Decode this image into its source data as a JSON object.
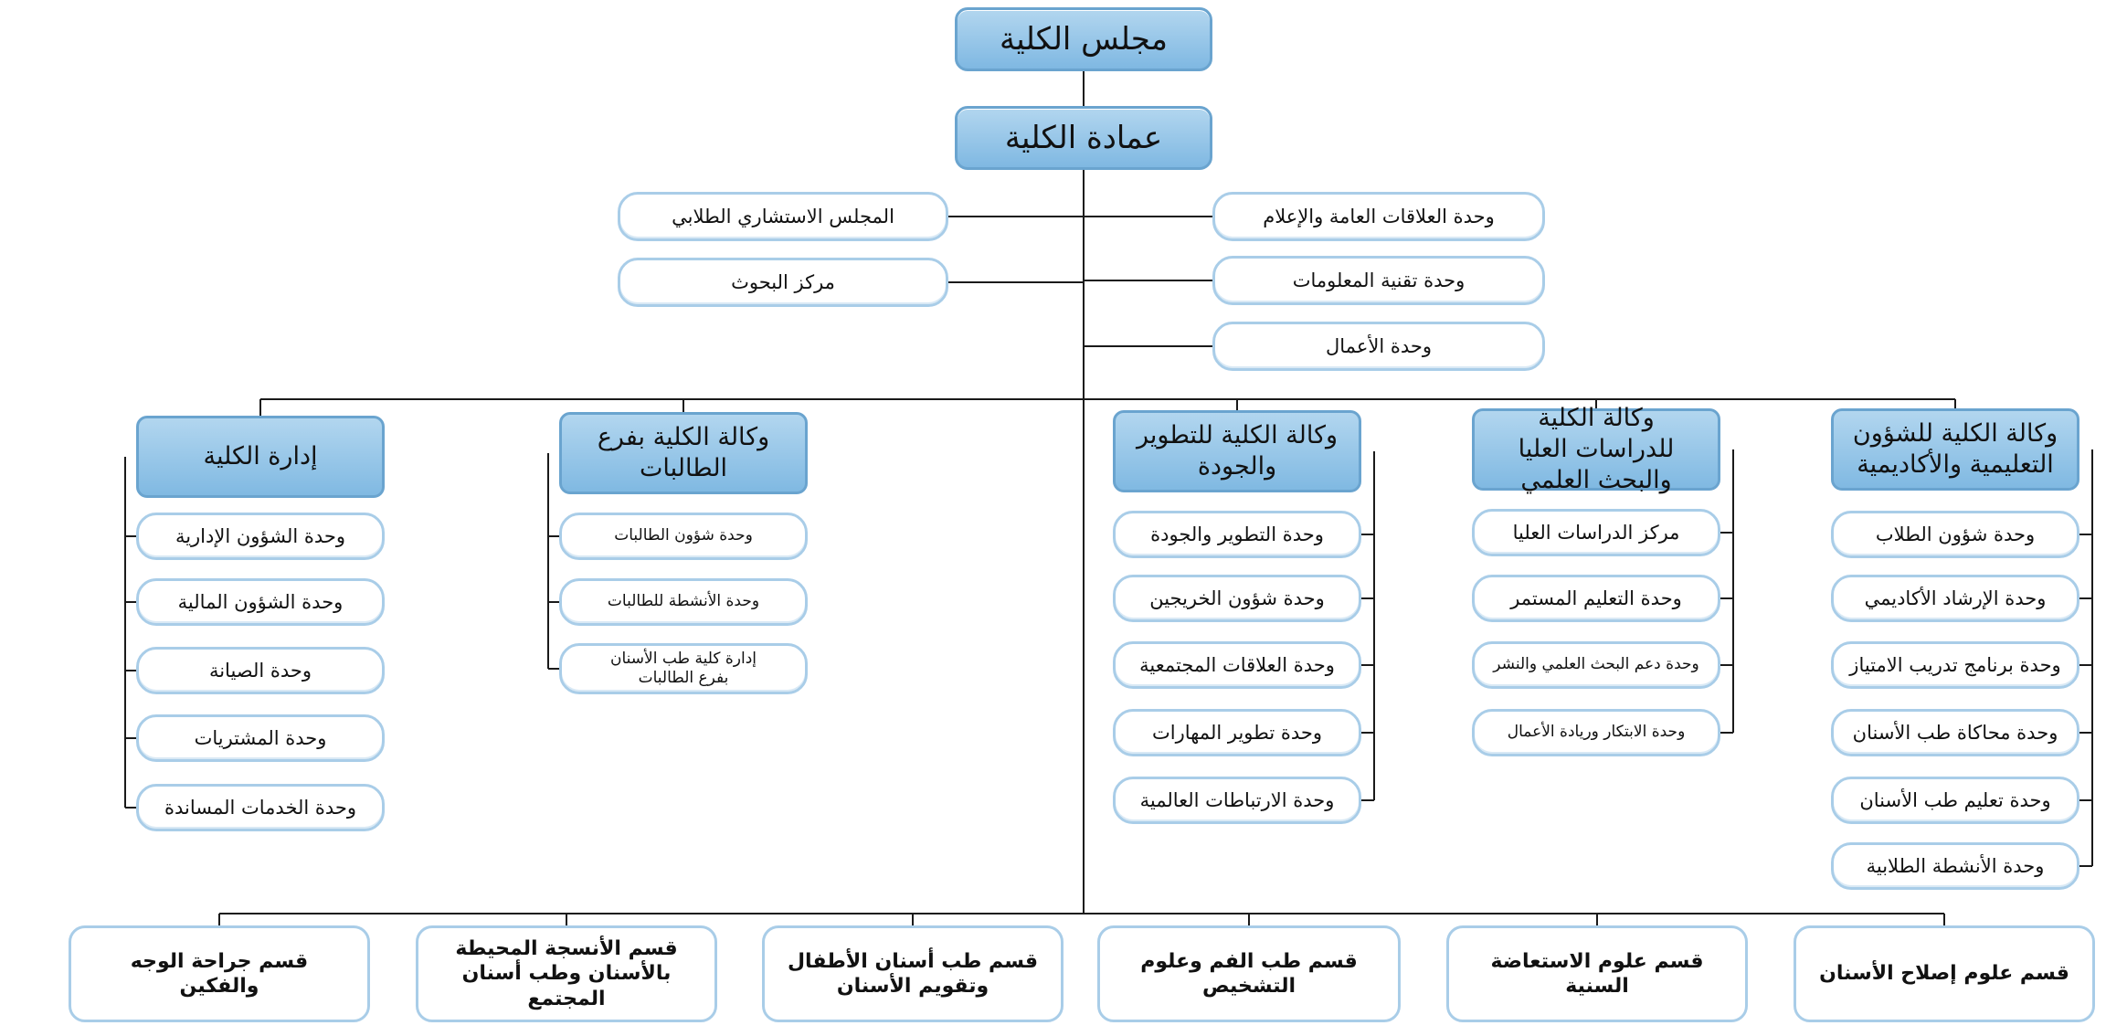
{
  "council": "مجلس الكلية",
  "deanship": "عمادة الكلية",
  "staff_units": [
    "المجلس الاستشاري الطلابي",
    "مركز البحوث",
    "وحدة العلاقات العامة والإعلام",
    "وحدة تقنية المعلومات",
    "وحدة الأعمال"
  ],
  "branches": [
    {
      "title": "وكالة الكلية للشؤون التعليمية والأكاديمية",
      "units": [
        "وحدة شؤون الطلاب",
        "وحدة الإرشاد الأكاديمي",
        "وحدة برنامج تدريب الامتياز",
        "وحدة محاكاة طب الأسنان",
        "وحدة تعليم طب الأسنان",
        "وحدة الأنشطة الطلابية"
      ]
    },
    {
      "title": "وكالة الكلية للدراسات العليا والبحث العلمي",
      "units": [
        "مركز الدراسات العليا",
        "وحدة التعليم المستمر",
        "وحدة دعم البحث العلمي والنشر",
        "وحدة الابتكار وريادة الأعمال"
      ]
    },
    {
      "title": "وكالة الكلية للتطوير والجودة",
      "units": [
        "وحدة التطوير والجودة",
        "وحدة شؤون الخريجين",
        "وحدة العلاقات المجتمعية",
        "وحدة تطوير المهارات",
        "وحدة الارتباطات العالمية"
      ]
    },
    {
      "title": "وكالة الكلية بفرع الطالبات",
      "units": [
        "وحدة شؤون الطالبات",
        "وحدة الأنشطة للطالبات",
        "إدارة كلية طب الأسنان بفرع الطالبات"
      ]
    },
    {
      "title": "إدارة الكلية",
      "units": [
        "وحدة الشؤون الإدارية",
        "وحدة الشؤون المالية",
        "وحدة الصيانة",
        "وحدة المشتريات",
        "وحدة الخدمات المساندة"
      ]
    }
  ],
  "departments": [
    "قسم علوم إصلاح الأسنان",
    "قسم علوم الاستعاضة السنية",
    "قسم طب الفم وعلوم التشخيص",
    "قسم طب أسنان الأطفال وتقويم الأسنان",
    "قسم الأنسجة المحيطة بالأسنان وطب أسنان المجتمع",
    "قسم جراحة الوجه والفكين"
  ]
}
